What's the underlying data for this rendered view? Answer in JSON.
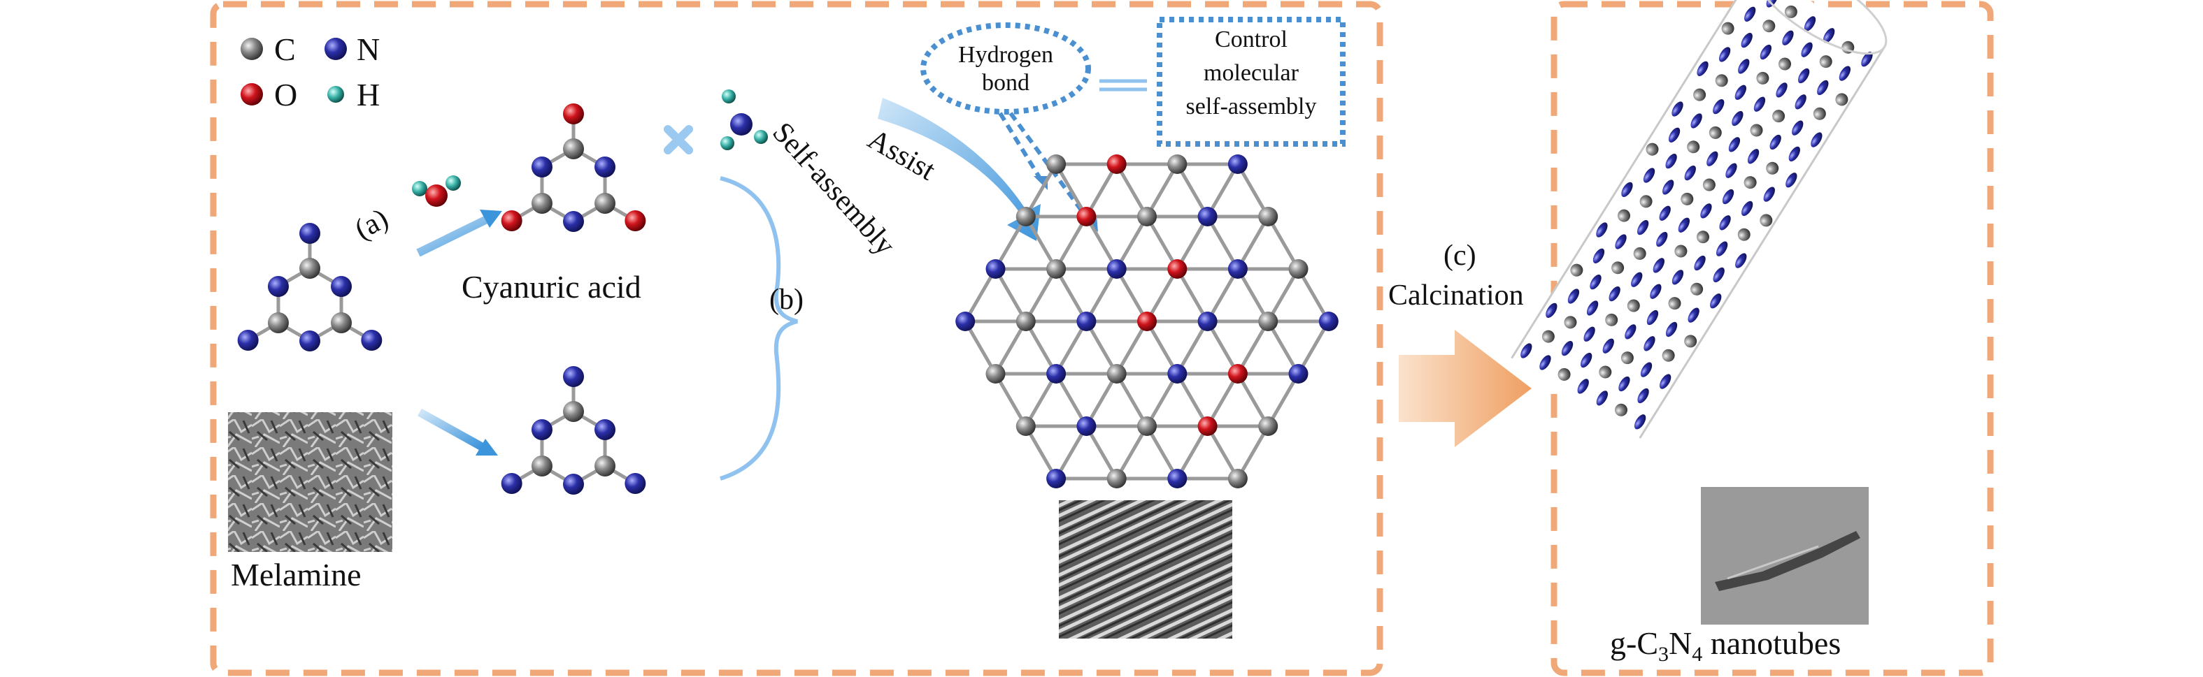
{
  "legend": {
    "items": [
      {
        "symbol": "C",
        "color": "#6e6e6e"
      },
      {
        "symbol": "N",
        "color": "#2b2f9c"
      },
      {
        "symbol": "O",
        "color": "#c8141c"
      },
      {
        "symbol": "H",
        "color": "#2ea8a0"
      }
    ]
  },
  "labels": {
    "step_a": "(a)",
    "step_b": "(b)",
    "step_c": "(c)",
    "cyanuric_acid": "Cyanuric acid",
    "melamine": "Melamine",
    "assist": "Assist",
    "self_assembly": "Self-assembly",
    "hydrogen_bond_line1": "Hydrogen",
    "hydrogen_bond_line2": "bond",
    "control_line1": "Control",
    "control_line2": "molecular",
    "control_line3": "self-assembly",
    "calcination": "Calcination",
    "product_prefix": "g-C",
    "product_sub1": "3",
    "product_mid": "N",
    "product_sub2": "4",
    "product_suffix": " nanotubes"
  },
  "colors": {
    "frame": "#f0a878",
    "blue_arrow": "#5aa8e0",
    "dotted_box": "#4a90d0",
    "calcination_arrow": "#f2b080"
  }
}
